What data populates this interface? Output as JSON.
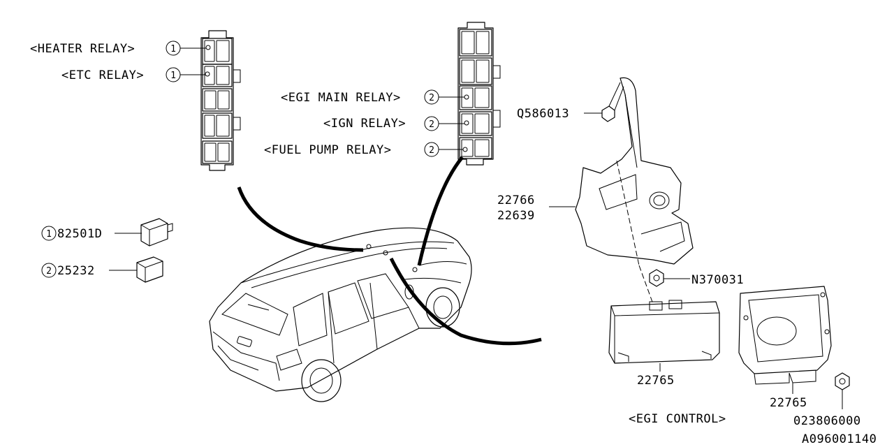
{
  "relay_labels": {
    "heater": "<HEATER RELAY>",
    "etc": "<ETC RELAY>",
    "egi_main": "<EGI MAIN RELAY>",
    "ign": "<IGN RELAY>",
    "fuel_pump": "<FUEL PUMP RELAY>"
  },
  "callouts": {
    "one": "1",
    "two": "2"
  },
  "parts": {
    "relay_1": "82501D",
    "relay_2": "25232",
    "bolt": "Q586013",
    "bracket_a": "22766",
    "bracket_b": "22639",
    "nut": "N370031",
    "ecu_front": "22765",
    "ecu_rear": "22765",
    "nut_rear": "023806000"
  },
  "egi_control_label": "<EGI CONTROL>",
  "diagram_id": "A096001140"
}
